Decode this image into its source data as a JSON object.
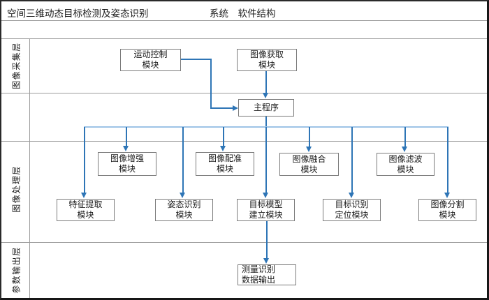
{
  "title": {
    "main": "空间三维动态目标检测及姿态识别",
    "suffix": "系统　软件结构"
  },
  "layers": {
    "acquisition": "图像采集层",
    "processing": "图像处理层",
    "output": "参数输出层"
  },
  "nodes": {
    "motion_control": "运动控制\n模块",
    "image_capture": "图像获取\n模块",
    "main_program": "主程序",
    "image_enhance": "图像增强\n模块",
    "image_register": "图像配准\n模块",
    "image_fusion": "图像融合\n模块",
    "image_filter": "图像滤波\n模块",
    "feature_extract": "特征提取\n模块",
    "pose_recognize": "姿态识别\n模块",
    "target_model": "目标模型\n建立模块",
    "target_locate": "目标识别\n定位模块",
    "image_segment": "图像分割\n模块",
    "data_output": "测量识别\n数据输出"
  },
  "colors": {
    "connector_blue": "#2e75b6",
    "bus_light_blue": "#9dc3e6",
    "box_border_gray": "#7a7a7a",
    "grid_gray": "#9b9b9b",
    "frame_dark": "#171717"
  }
}
